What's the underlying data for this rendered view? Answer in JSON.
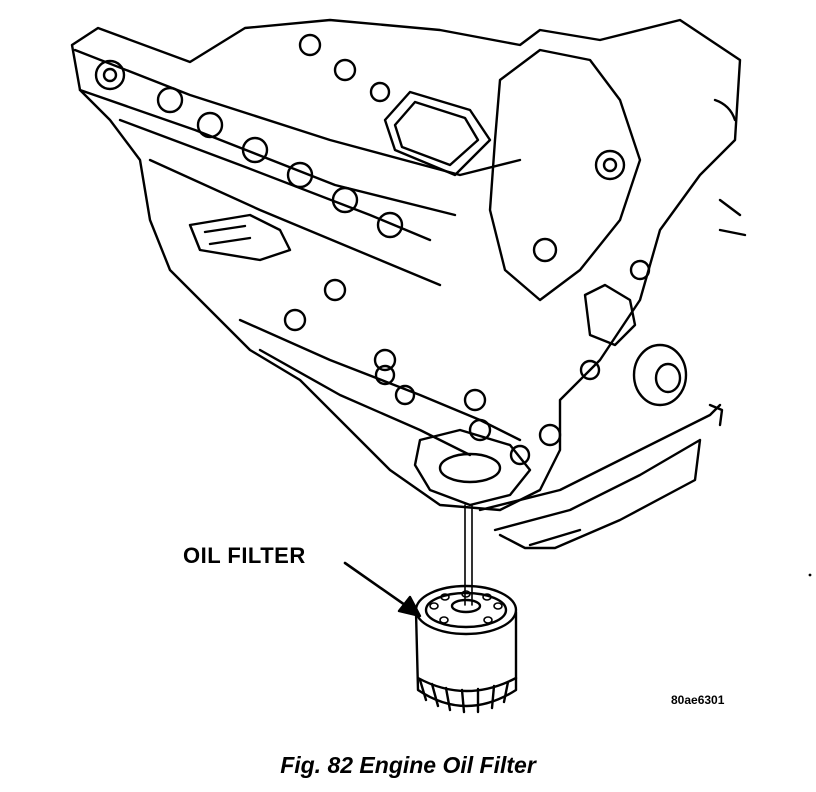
{
  "diagram": {
    "callout_label": "OIL FILTER",
    "figure_id": "80ae6301",
    "caption": "Fig. 82 Engine Oil Filter",
    "line_color": "#000000",
    "background": "#ffffff"
  }
}
